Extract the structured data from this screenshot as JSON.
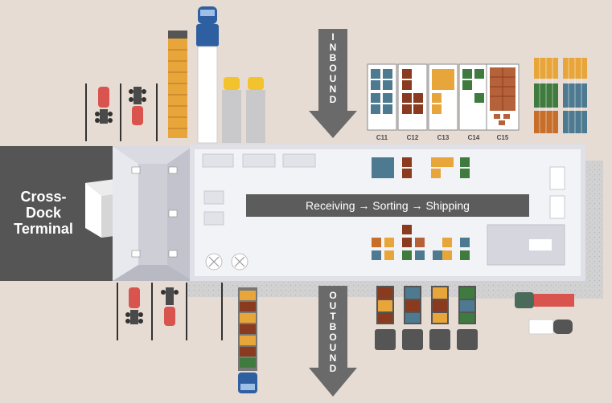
{
  "terminal": {
    "title_line1": "Cross-",
    "title_line2": "Dock",
    "title_line3": "Terminal"
  },
  "flow": {
    "label": "Receiving → Sorting → Shipping"
  },
  "arrows": {
    "inbound": "INBOUND",
    "outbound": "OUTBOUND"
  },
  "bays": [
    "C11",
    "C12",
    "C13",
    "C14",
    "C15"
  ],
  "colors": {
    "background": "#e6dcd4",
    "terminal": "#555555",
    "building": "#dfe0e8",
    "flow_bar": "#5c5c5c",
    "arrow": "#6a6a6a",
    "cargo_blue": "#4d7a90",
    "cargo_brown": "#8a3a1e",
    "cargo_yellow": "#e8a53a",
    "cargo_green": "#3f7a3f",
    "cargo_orange": "#c66e2a",
    "truck_red": "#d9534f",
    "truck_yellow": "#f2c32e",
    "truck_blue": "#2e5fa0"
  }
}
